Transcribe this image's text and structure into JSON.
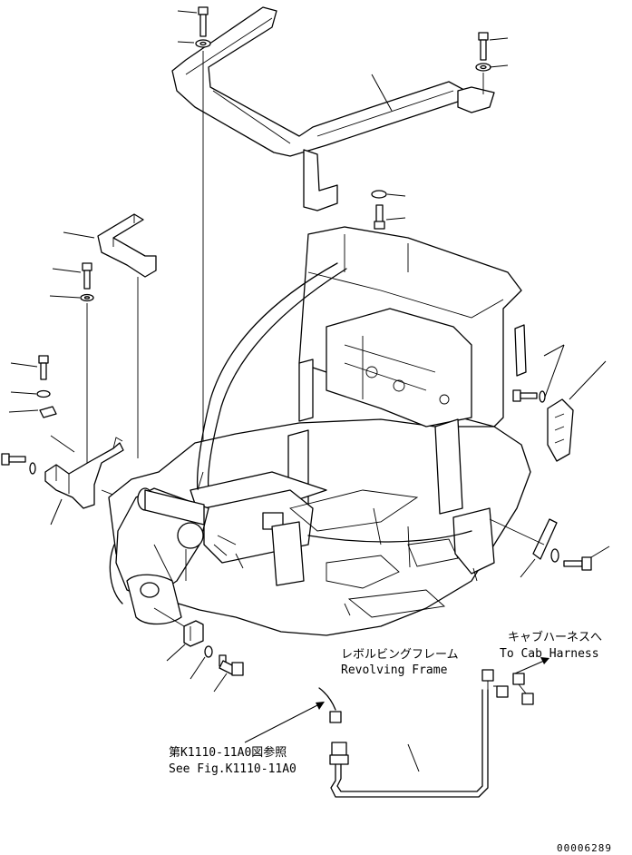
{
  "labels": {
    "frame_jp": "レボルビングフレーム",
    "frame_en": "Revolving Frame",
    "harness_jp": "キャブハーネスへ",
    "harness_en": "To Cab Harness",
    "ref_jp": "第K1110-11A0図参照",
    "ref_en": "See Fig.K1110-11A0",
    "drawing_no": "00006289"
  }
}
